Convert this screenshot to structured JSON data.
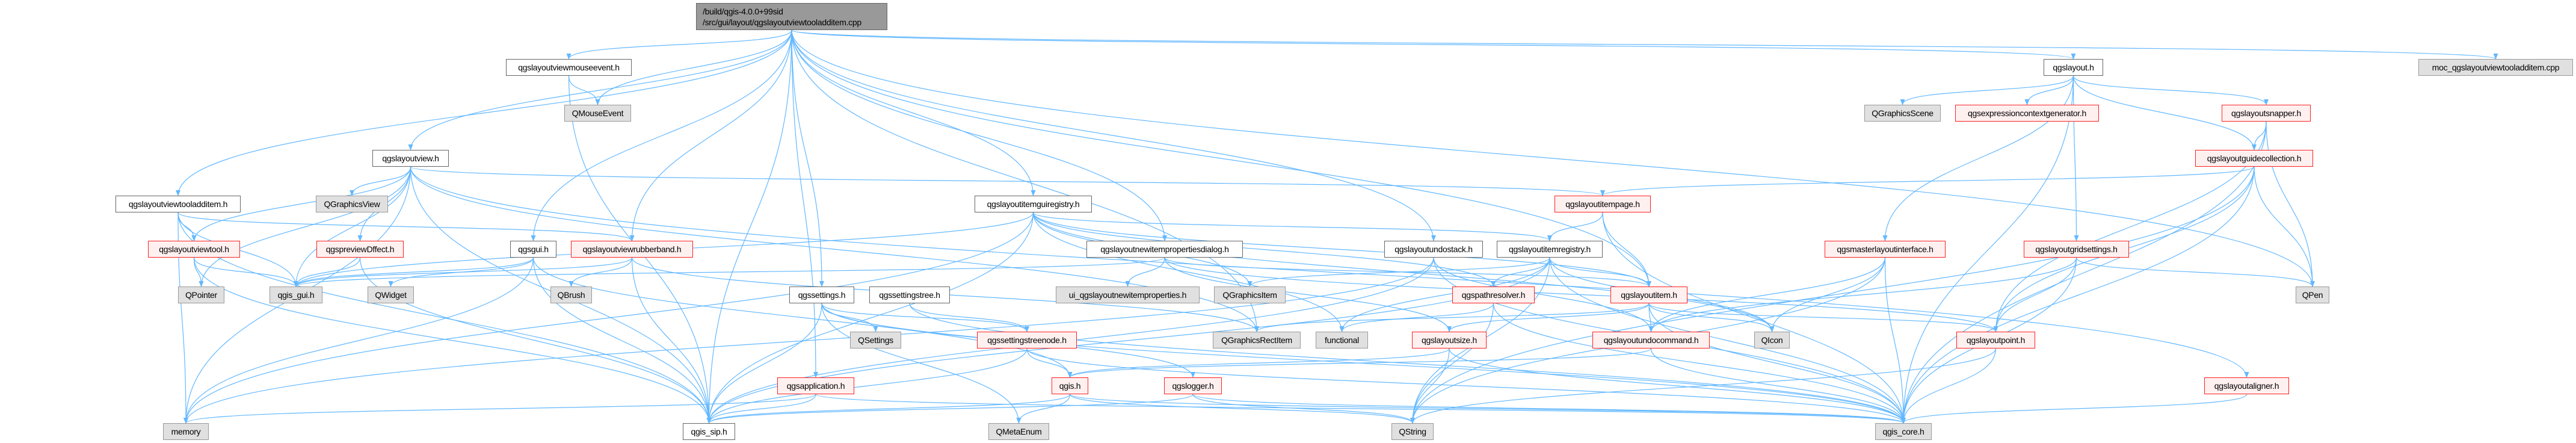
{
  "colors": {
    "edge": "#63b8ff",
    "main_fill": "#999999",
    "red_border": "#ff2020",
    "red_fill": "#fff0f0",
    "external_fill": "#e0e0e0"
  },
  "nodes": {
    "main": {
      "line1": "/build/qgis-4.0.0+99sid",
      "line2": "/src/gui/layout/qgslayoutviewtooladditem.cpp"
    },
    "mouseevent": {
      "label": "qgslayoutviewmouseevent.h"
    },
    "qmouseevent": {
      "label": "QMouseEvent"
    },
    "layoutview": {
      "label": "qgslayoutview.h"
    },
    "tooladditem": {
      "label": "qgslayoutviewtooladditem.h"
    },
    "qgraphicsview": {
      "label": "QGraphicsView"
    },
    "itemguiregistry": {
      "label": "qgslayoutitemguiregistry.h"
    },
    "layoutitempage": {
      "label": "qgslayoutitempage.h"
    },
    "qgraphicsscene": {
      "label": "QGraphicsScene"
    },
    "qgslayout": {
      "label": "qgslayout.h"
    },
    "moc": {
      "label": "moc_qgslayoutviewtooladditem.cpp"
    },
    "exprctx": {
      "label": "qgsexpressioncontextgenerator.h"
    },
    "snapper": {
      "label": "qgslayoutsnapper.h"
    },
    "guidecollection": {
      "label": "qgslayoutguidecollection.h"
    },
    "viewtool": {
      "label": "qgslayoutviewtool.h"
    },
    "previeweffect": {
      "label": "qgspreviewDffect.h"
    },
    "qgsgui": {
      "label": "qgsgui.h"
    },
    "rubberband": {
      "label": "qgslayoutviewrubberband.h"
    },
    "newitemdialog": {
      "label": "qgslayoutnewitempropertiesdialog.h"
    },
    "undostack": {
      "label": "qgslayoutundostack.h"
    },
    "itemregistry": {
      "label": "qgslayoutitemregistry.h"
    },
    "masterlayout": {
      "label": "qgsmasterlayoutinterface.h"
    },
    "gridsettings": {
      "label": "qgslayoutgridsettings.h"
    },
    "qpointer": {
      "label": "QPointer"
    },
    "qgis_gui": {
      "label": "qgis_gui.h"
    },
    "qwidget": {
      "label": "QWidget"
    },
    "qbrush": {
      "label": "QBrush"
    },
    "qgssettings": {
      "label": "qgssettings.h"
    },
    "settingstree": {
      "label": "qgssettingstree.h"
    },
    "ui_newitem": {
      "label": "ui_qgslayoutnewitemproperties.h"
    },
    "qgraphicsitem": {
      "label": "QGraphicsItem"
    },
    "pathresolver": {
      "label": "qgspathresolver.h"
    },
    "layoutitem": {
      "label": "qgslayoutitem.h"
    },
    "qpen": {
      "label": "QPen"
    },
    "qsettings": {
      "label": "QSettings"
    },
    "settingstreenode": {
      "label": "qgssettingstreenode.h"
    },
    "qgraphicsrectitem": {
      "label": "QGraphicsRectItem"
    },
    "functional": {
      "label": "functional"
    },
    "layoutsize": {
      "label": "qgslayoutsize.h"
    },
    "undocommand": {
      "label": "qgslayoutundocommand.h"
    },
    "qicon": {
      "label": "QIcon"
    },
    "layoutpoint": {
      "label": "qgslayoutpoint.h"
    },
    "qgsapplication": {
      "label": "qgsapplication.h"
    },
    "qgis_h": {
      "label": "qgis.h"
    },
    "qgslogger": {
      "label": "qgslogger.h"
    },
    "layoutaligner": {
      "label": "qgslayoutaligner.h"
    },
    "memory": {
      "label": "memory"
    },
    "qgis_sip": {
      "label": "qgis_sip.h"
    },
    "qmetaenum": {
      "label": "QMetaEnum"
    },
    "qstring": {
      "label": "QString"
    },
    "qgis_core": {
      "label": "qgis_core.h"
    }
  },
  "edges": [
    [
      "main",
      "mouseevent"
    ],
    [
      "main",
      "qmouseevent"
    ],
    [
      "main",
      "layoutview"
    ],
    [
      "main",
      "tooladditem"
    ],
    [
      "main",
      "itemguiregistry"
    ],
    [
      "main",
      "qgsgui"
    ],
    [
      "main",
      "rubberband"
    ],
    [
      "main",
      "newitemdialog"
    ],
    [
      "main",
      "undostack"
    ],
    [
      "main",
      "qgssettings"
    ],
    [
      "main",
      "qgslayout"
    ],
    [
      "main",
      "moc"
    ],
    [
      "main",
      "qgsapplication"
    ],
    [
      "main",
      "layoutitem"
    ],
    [
      "main",
      "qpen"
    ],
    [
      "main",
      "qgraphicsrectitem"
    ],
    [
      "main",
      "qgis_sip"
    ],
    [
      "mouseevent",
      "qmouseevent"
    ],
    [
      "mouseevent",
      "qgis_sip"
    ],
    [
      "layoutview",
      "qgraphicsview"
    ],
    [
      "layoutview",
      "viewtool"
    ],
    [
      "layoutview",
      "previeweffect"
    ],
    [
      "layoutview",
      "qgis_gui"
    ],
    [
      "layoutview",
      "qpointer"
    ],
    [
      "layoutview",
      "memory"
    ],
    [
      "layoutview",
      "layoutitempage"
    ],
    [
      "layoutview",
      "qgis_sip"
    ],
    [
      "layoutview",
      "layoutaligner"
    ],
    [
      "layoutview",
      "qgraphicsrectitem"
    ],
    [
      "tooladditem",
      "viewtool"
    ],
    [
      "tooladditem",
      "qgis_gui"
    ],
    [
      "tooladditem",
      "memory"
    ],
    [
      "tooladditem",
      "qgis_sip"
    ],
    [
      "tooladditem",
      "rubberband"
    ],
    [
      "viewtool",
      "qpointer"
    ],
    [
      "viewtool",
      "qgis_gui"
    ],
    [
      "viewtool",
      "qgis_sip"
    ],
    [
      "previeweffect",
      "qgis_gui"
    ],
    [
      "previeweffect",
      "qgis_sip"
    ],
    [
      "qgsgui",
      "qgis_gui"
    ],
    [
      "qgsgui",
      "qwidget"
    ],
    [
      "qgsgui",
      "qgis_sip"
    ],
    [
      "qgsgui",
      "memory"
    ],
    [
      "qgsgui",
      "qgis_h"
    ],
    [
      "rubberband",
      "qbrush"
    ],
    [
      "rubberband",
      "qgis_gui"
    ],
    [
      "rubberband",
      "qgis_sip"
    ],
    [
      "rubberband",
      "qgraphicsrectitem"
    ],
    [
      "itemguiregistry",
      "qgis_gui"
    ],
    [
      "itemguiregistry",
      "qgis_sip"
    ],
    [
      "itemguiregistry",
      "itemregistry"
    ],
    [
      "itemguiregistry",
      "layoutitem"
    ],
    [
      "itemguiregistry",
      "qgraphicsitem"
    ],
    [
      "itemguiregistry",
      "qicon"
    ],
    [
      "itemguiregistry",
      "functional"
    ],
    [
      "itemguiregistry",
      "pathresolver"
    ],
    [
      "itemguiregistry",
      "memory"
    ],
    [
      "newitemdialog",
      "ui_newitem"
    ],
    [
      "newitemdialog",
      "layoutitem"
    ],
    [
      "newitemdialog",
      "layoutpoint"
    ],
    [
      "newitemdialog",
      "layoutsize"
    ],
    [
      "newitemdialog",
      "qgis_gui"
    ],
    [
      "undostack",
      "undocommand"
    ],
    [
      "undostack",
      "qgis_core"
    ],
    [
      "undostack",
      "qgis_sip"
    ],
    [
      "undostack",
      "memory"
    ],
    [
      "itemregistry",
      "layoutitem"
    ],
    [
      "itemregistry",
      "pathresolver"
    ],
    [
      "itemregistry",
      "qgis_core"
    ],
    [
      "itemregistry",
      "qgis_sip"
    ],
    [
      "itemregistry",
      "qstring"
    ],
    [
      "itemregistry",
      "functional"
    ],
    [
      "itemregistry",
      "qicon"
    ],
    [
      "itemregistry",
      "qgraphicsitem"
    ],
    [
      "layoutitem",
      "undocommand"
    ],
    [
      "layoutitem",
      "qicon"
    ],
    [
      "layoutitem",
      "layoutsize"
    ],
    [
      "layoutitem",
      "layoutpoint"
    ],
    [
      "layoutitem",
      "qgis_core"
    ],
    [
      "layoutitem",
      "qgraphicsrectitem"
    ],
    [
      "pathresolver",
      "qstring"
    ],
    [
      "pathresolver",
      "qgis_core"
    ],
    [
      "pathresolver",
      "functional"
    ],
    [
      "masterlayout",
      "qicon"
    ],
    [
      "masterlayout",
      "qgis_core"
    ],
    [
      "masterlayout",
      "qstring"
    ],
    [
      "masterlayout",
      "undocommand"
    ],
    [
      "gridsettings",
      "layoutpoint"
    ],
    [
      "gridsettings",
      "qpen"
    ],
    [
      "gridsettings",
      "qgis_core"
    ],
    [
      "gridsettings",
      "undocommand"
    ],
    [
      "layoutpoint",
      "qgis_core"
    ],
    [
      "layoutpoint",
      "qstring"
    ],
    [
      "layoutsize",
      "qgis_core"
    ],
    [
      "layoutsize",
      "qstring"
    ],
    [
      "layoutsize",
      "qgis_h"
    ],
    [
      "undocommand",
      "qgis_core"
    ],
    [
      "undocommand",
      "qgis_h"
    ],
    [
      "qgssettings",
      "qsettings"
    ],
    [
      "qgssettings",
      "settingstreenode"
    ],
    [
      "qgssettings",
      "qgis_sip"
    ],
    [
      "qgssettings",
      "qmetaenum"
    ],
    [
      "qgssettings",
      "qgis_core"
    ],
    [
      "qgssettings",
      "qgslogger"
    ],
    [
      "settingstree",
      "settingstreenode"
    ],
    [
      "settingstree",
      "qgis_core"
    ],
    [
      "settingstreenode",
      "qgis_h"
    ],
    [
      "settingstreenode",
      "qgis_sip"
    ],
    [
      "settingstreenode",
      "qgis_core"
    ],
    [
      "qgsapplication",
      "memory"
    ],
    [
      "qgsapplication",
      "qgis_sip"
    ],
    [
      "qgsapplication",
      "qgis_core"
    ],
    [
      "qgis_h",
      "qmetaenum"
    ],
    [
      "qgis_h",
      "qgis_sip"
    ],
    [
      "qgis_h",
      "qgis_core"
    ],
    [
      "qgis_h",
      "qstring"
    ],
    [
      "qgslogger",
      "qgis_sip"
    ],
    [
      "qgslogger",
      "qgis_core"
    ],
    [
      "qgslogger",
      "qstring"
    ],
    [
      "layoutaligner",
      "qgis_core"
    ],
    [
      "qgslayout",
      "qgraphicsscene"
    ],
    [
      "qgslayout",
      "exprctx"
    ],
    [
      "qgslayout",
      "snapper"
    ],
    [
      "qgslayout",
      "guidecollection"
    ],
    [
      "qgslayout",
      "gridsettings"
    ],
    [
      "qgslayout",
      "masterlayout"
    ],
    [
      "qgslayout",
      "qgis_core"
    ],
    [
      "snapper",
      "guidecollection"
    ],
    [
      "snapper",
      "qpen"
    ],
    [
      "snapper",
      "layoutpoint"
    ],
    [
      "snapper",
      "qgis_core"
    ],
    [
      "guidecollection",
      "layoutitempage"
    ],
    [
      "guidecollection",
      "qpen"
    ],
    [
      "guidecollection",
      "layoutpoint"
    ],
    [
      "guidecollection",
      "qgis_core"
    ],
    [
      "guidecollection",
      "qstring"
    ],
    [
      "layoutitempage",
      "itemregistry"
    ],
    [
      "layoutitempage",
      "layoutitem"
    ],
    [
      "layoutitempage",
      "qgis_core"
    ]
  ]
}
